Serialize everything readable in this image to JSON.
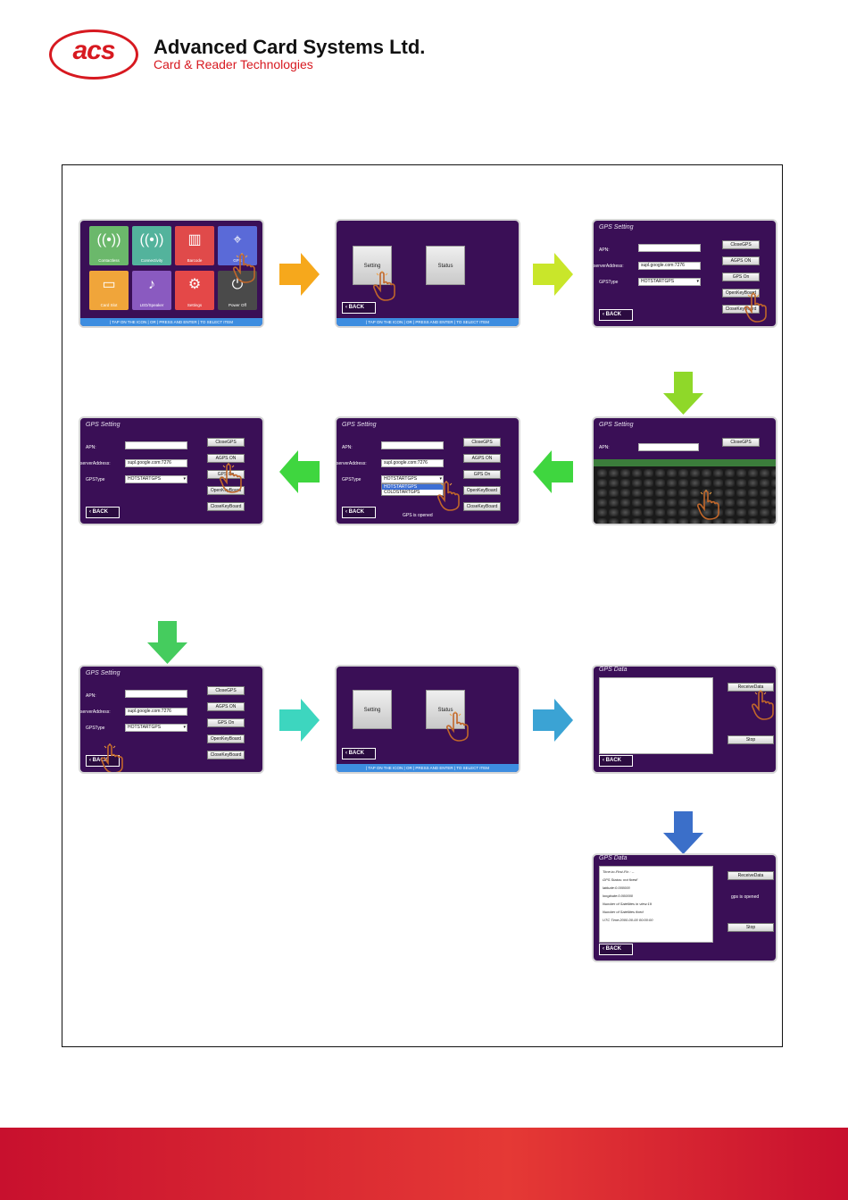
{
  "header": {
    "logo_text": "acs",
    "company": "Advanced Card Systems Ltd.",
    "tagline": "Card & Reader Technologies"
  },
  "colors": {
    "brand_red": "#d71920",
    "screen_bg": "#3a0f56",
    "bar_blue": "#3d8de0",
    "arrow_orange": "#f6a81c",
    "arrow_yellowgreen": "#c9e62a",
    "arrow_lime": "#8fd829",
    "arrow_green": "#3fd63f",
    "arrow_green2": "#45cc5e",
    "arrow_teal": "#3dd6bf",
    "arrow_skyblue": "#3ba3d4",
    "arrow_blue": "#3b6fc9"
  },
  "menu_screen": {
    "tiles": [
      {
        "label": "Contactless",
        "icon": "contactless-icon",
        "color": "#6bb86b",
        "glyph": "((•))"
      },
      {
        "label": "Connectivity",
        "icon": "wireless-icon",
        "color": "#53b39c",
        "glyph": "((•))"
      },
      {
        "label": "Barcode",
        "icon": "barcode-icon",
        "color": "#e04a4a",
        "glyph": "▥"
      },
      {
        "label": "GPS",
        "icon": "gps-icon",
        "color": "#5a6ad8",
        "glyph": "⌖"
      },
      {
        "label": "Card Slot",
        "icon": "card-slot-icon",
        "color": "#f0a53a",
        "glyph": "▭"
      },
      {
        "label": "LED/Speaker",
        "icon": "speaker-icon",
        "color": "#8a5ac0",
        "glyph": "♪"
      },
      {
        "label": "Settings",
        "icon": "gear-icon",
        "color": "#e44848",
        "glyph": "⚙"
      },
      {
        "label": "Power Off",
        "icon": "power-icon",
        "color": "#4a4a4a",
        "glyph": "⏻"
      }
    ],
    "bar_text": "| TAP ON THE ICON | OR | PRESS AND ENTER | TO SELECT ITEM"
  },
  "gps_menu": {
    "setting": "Setting",
    "status": "Status",
    "back": "BACK",
    "bar_text": "| TAP ON THE ICON | OR | PRESS AND ENTER | TO SELECT ITEM"
  },
  "gps_setting": {
    "title": "GPS Setting",
    "apn_label": "APN:",
    "server_label": "serverAddress:",
    "type_label": "GPSType",
    "server_value": "supl.google.com:7276",
    "type_value": "HOTSTARTGPS",
    "type_options": [
      "HOTSTARTGPS",
      "COLDSTARTGPS"
    ],
    "buttons": [
      "CloseGPS",
      "AGPS ON",
      "GPS On",
      "OpenKeyBoard",
      "CloseKeyBoard"
    ],
    "status": "GPS is opened",
    "back": "BACK"
  },
  "gps_data": {
    "title": "GPS Data",
    "receive": "ReceiveData",
    "stop": "Stop",
    "back": "BACK",
    "status": "gps is opened",
    "lines": [
      "Time-to-First-Fix : --",
      "GPS Status: not fixed!",
      "latitude:0.000000",
      "longitude:0.000000",
      "Number of Satellites in view:19",
      "Number of Satellites fixed",
      "UTC Time:2000-00-00 00:00:00"
    ]
  }
}
